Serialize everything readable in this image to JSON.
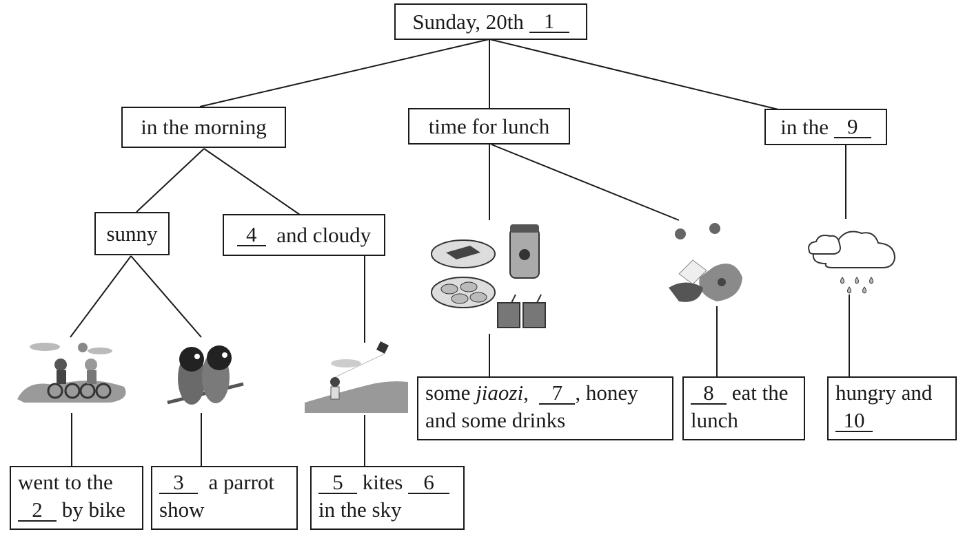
{
  "title": "Weekend diary mind map",
  "root": {
    "prefix": "Sunday,  20th",
    "blank": "1"
  },
  "branches": {
    "morning": {
      "label": "in the morning"
    },
    "lunch": {
      "label": "time for lunch"
    },
    "evening": {
      "prefix": "in the",
      "blank": "9"
    }
  },
  "weather": {
    "sunny": {
      "label": "sunny"
    },
    "cloudy": {
      "blank": "4",
      "suffix": "and cloudy"
    }
  },
  "leaves": {
    "bike": {
      "line1": "went to the",
      "blank": "2",
      "line2_suffix": "by bike"
    },
    "parrot": {
      "blank": "3",
      "line1_suffix": "a parrot",
      "line2": "show"
    },
    "kites": {
      "blank_a": "5",
      "middle": "kites",
      "blank_b": "6",
      "line2": "in the sky"
    },
    "food": {
      "prefix": "some",
      "italic": "jiaozi",
      "comma": ",",
      "blank": "7",
      "suffix": ", honey",
      "line2": "and some drinks"
    },
    "bees": {
      "blank": "8",
      "line1_suffix": "eat the",
      "line2": "lunch"
    },
    "rain": {
      "line1": "hungry and",
      "blank": "10"
    }
  },
  "pictures": {
    "kids_biking": "kids-riding-bikes-picture",
    "parrots": "two-parrots-picture",
    "kite": "boy-flying-kite-picture",
    "food": "food-jar-drinks-picture",
    "flowers_bees": "bees-on-flowers-picture",
    "rain_cloud": "rain-cloud-icon"
  }
}
